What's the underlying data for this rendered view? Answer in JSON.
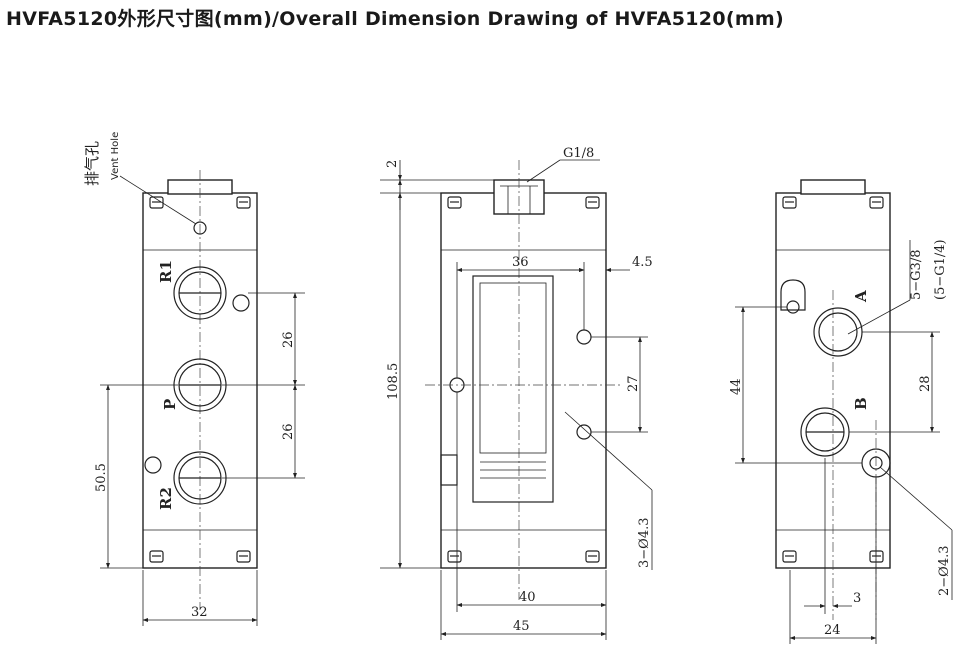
{
  "title": "HVFA5120外形尺寸图(mm)/Overall Dimension Drawing of HVFA5120(mm)",
  "left_view": {
    "vent_hole_cn": "排气孔",
    "vent_hole_en": "Vent Hole",
    "port_r1": "R1",
    "port_p": "P",
    "port_r2": "R2",
    "dim_26_upper": "26",
    "dim_26_lower": "26",
    "dim_50_5": "50.5",
    "dim_32": "32"
  },
  "middle_view": {
    "thread_g18": "G1/8",
    "dim_2": "2",
    "dim_36": "36",
    "dim_4_5": "4.5",
    "dim_108_5": "108.5",
    "dim_27": "27",
    "holes_3_d43": "3−Ø4.3",
    "dim_40": "40",
    "dim_45": "45"
  },
  "right_view": {
    "port_a": "A",
    "port_b": "B",
    "thread_5_g38": "5−G3/8",
    "thread_5_g14": "(5−G1/4)",
    "dim_44": "44",
    "dim_28": "28",
    "holes_2_d43": "2−Ø4.3",
    "dim_3": "3",
    "dim_24": "24"
  }
}
